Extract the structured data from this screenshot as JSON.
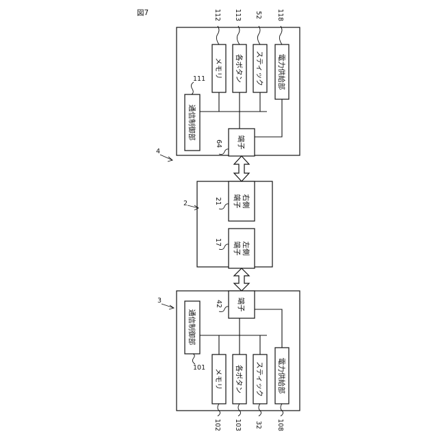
{
  "figure_label": "図7",
  "top_device": {
    "ref": "4",
    "units": {
      "memory": {
        "label": "メモリ",
        "ref": "112"
      },
      "buttons": {
        "label": "各ボタン",
        "ref": "113"
      },
      "stick": {
        "label": "スティック",
        "ref": "52"
      },
      "power": {
        "label": "電力供給部",
        "ref": "118"
      },
      "comm": {
        "label": "通信制御部",
        "ref": "111"
      },
      "terminal": {
        "label": "端子",
        "ref": "64"
      }
    }
  },
  "main_unit": {
    "ref": "2",
    "right_terminal": {
      "label_line1": "右側",
      "label_line2": "端子",
      "ref": "21"
    },
    "left_terminal": {
      "label_line1": "左側",
      "label_line2": "端子",
      "ref": "17"
    }
  },
  "bottom_device": {
    "ref": "3",
    "units": {
      "comm": {
        "label": "通信制御部",
        "ref": "101"
      },
      "terminal": {
        "label": "端子",
        "ref": "42"
      },
      "memory": {
        "label": "メモリ",
        "ref": "102"
      },
      "buttons": {
        "label": "各ボタン",
        "ref": "103"
      },
      "stick": {
        "label": "スティック",
        "ref": "32"
      },
      "power": {
        "label": "電力供給部",
        "ref": "108"
      }
    }
  }
}
